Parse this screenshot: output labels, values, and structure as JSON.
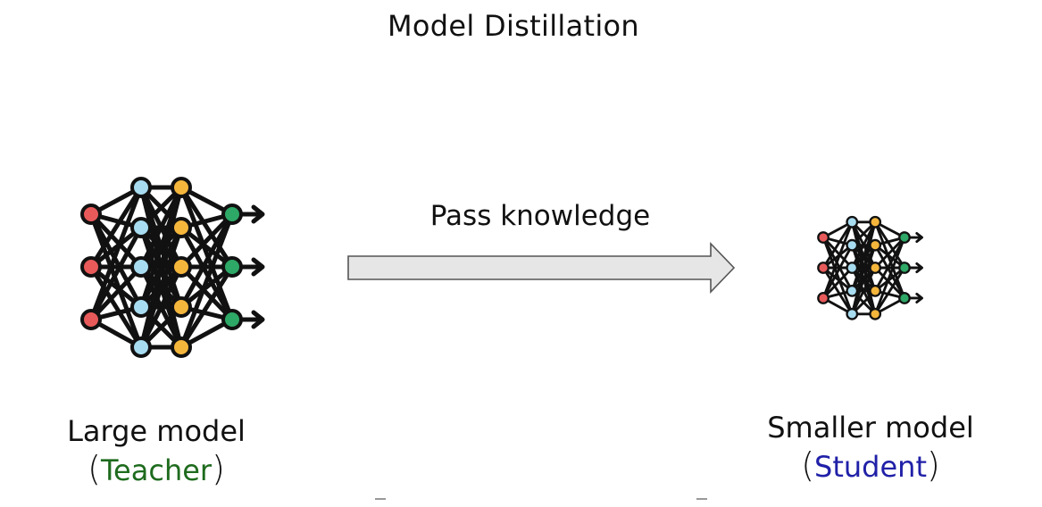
{
  "title": "Model Distillation",
  "arrow_label": "Pass knowledge",
  "teacher": {
    "line1": "Large model",
    "open_paren": "(",
    "role": "Teacher",
    "close_paren": ")",
    "role_color": "#1e6b1e"
  },
  "student": {
    "line1": "Smaller model",
    "open_paren": "(",
    "role": "Student",
    "close_paren": ")",
    "role_color": "#2020a8"
  },
  "colors": {
    "input_node": "#e85a5a",
    "hidden_node_1": "#a8dcf0",
    "hidden_node_2": "#f5b63c",
    "output_node": "#2ea866",
    "edge": "#111111",
    "arrow_fill": "#e6e6e6",
    "arrow_stroke": "#555555"
  },
  "icons": {
    "teacher": "neural-network-icon",
    "student": "neural-network-icon",
    "transfer": "right-arrow-icon"
  }
}
